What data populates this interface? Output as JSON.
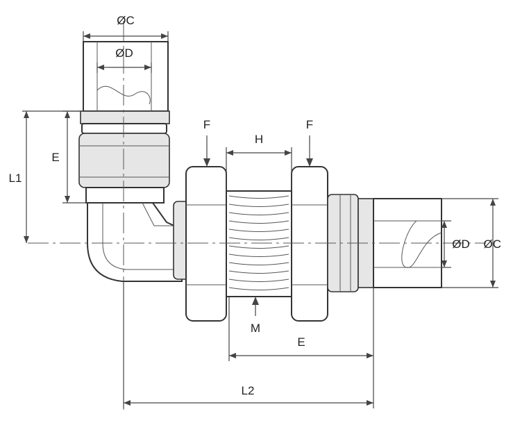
{
  "labels": {
    "top_outer_dia": "ØC",
    "top_inner_dia": "ØD",
    "hex_left": "F",
    "hex_right": "F",
    "thread_length": "H",
    "left_e": "E",
    "l1": "L1",
    "thread": "M",
    "bottom_e": "E",
    "l2": "L2",
    "right_inner_dia": "ØD",
    "right_outer_dia": "ØC"
  }
}
